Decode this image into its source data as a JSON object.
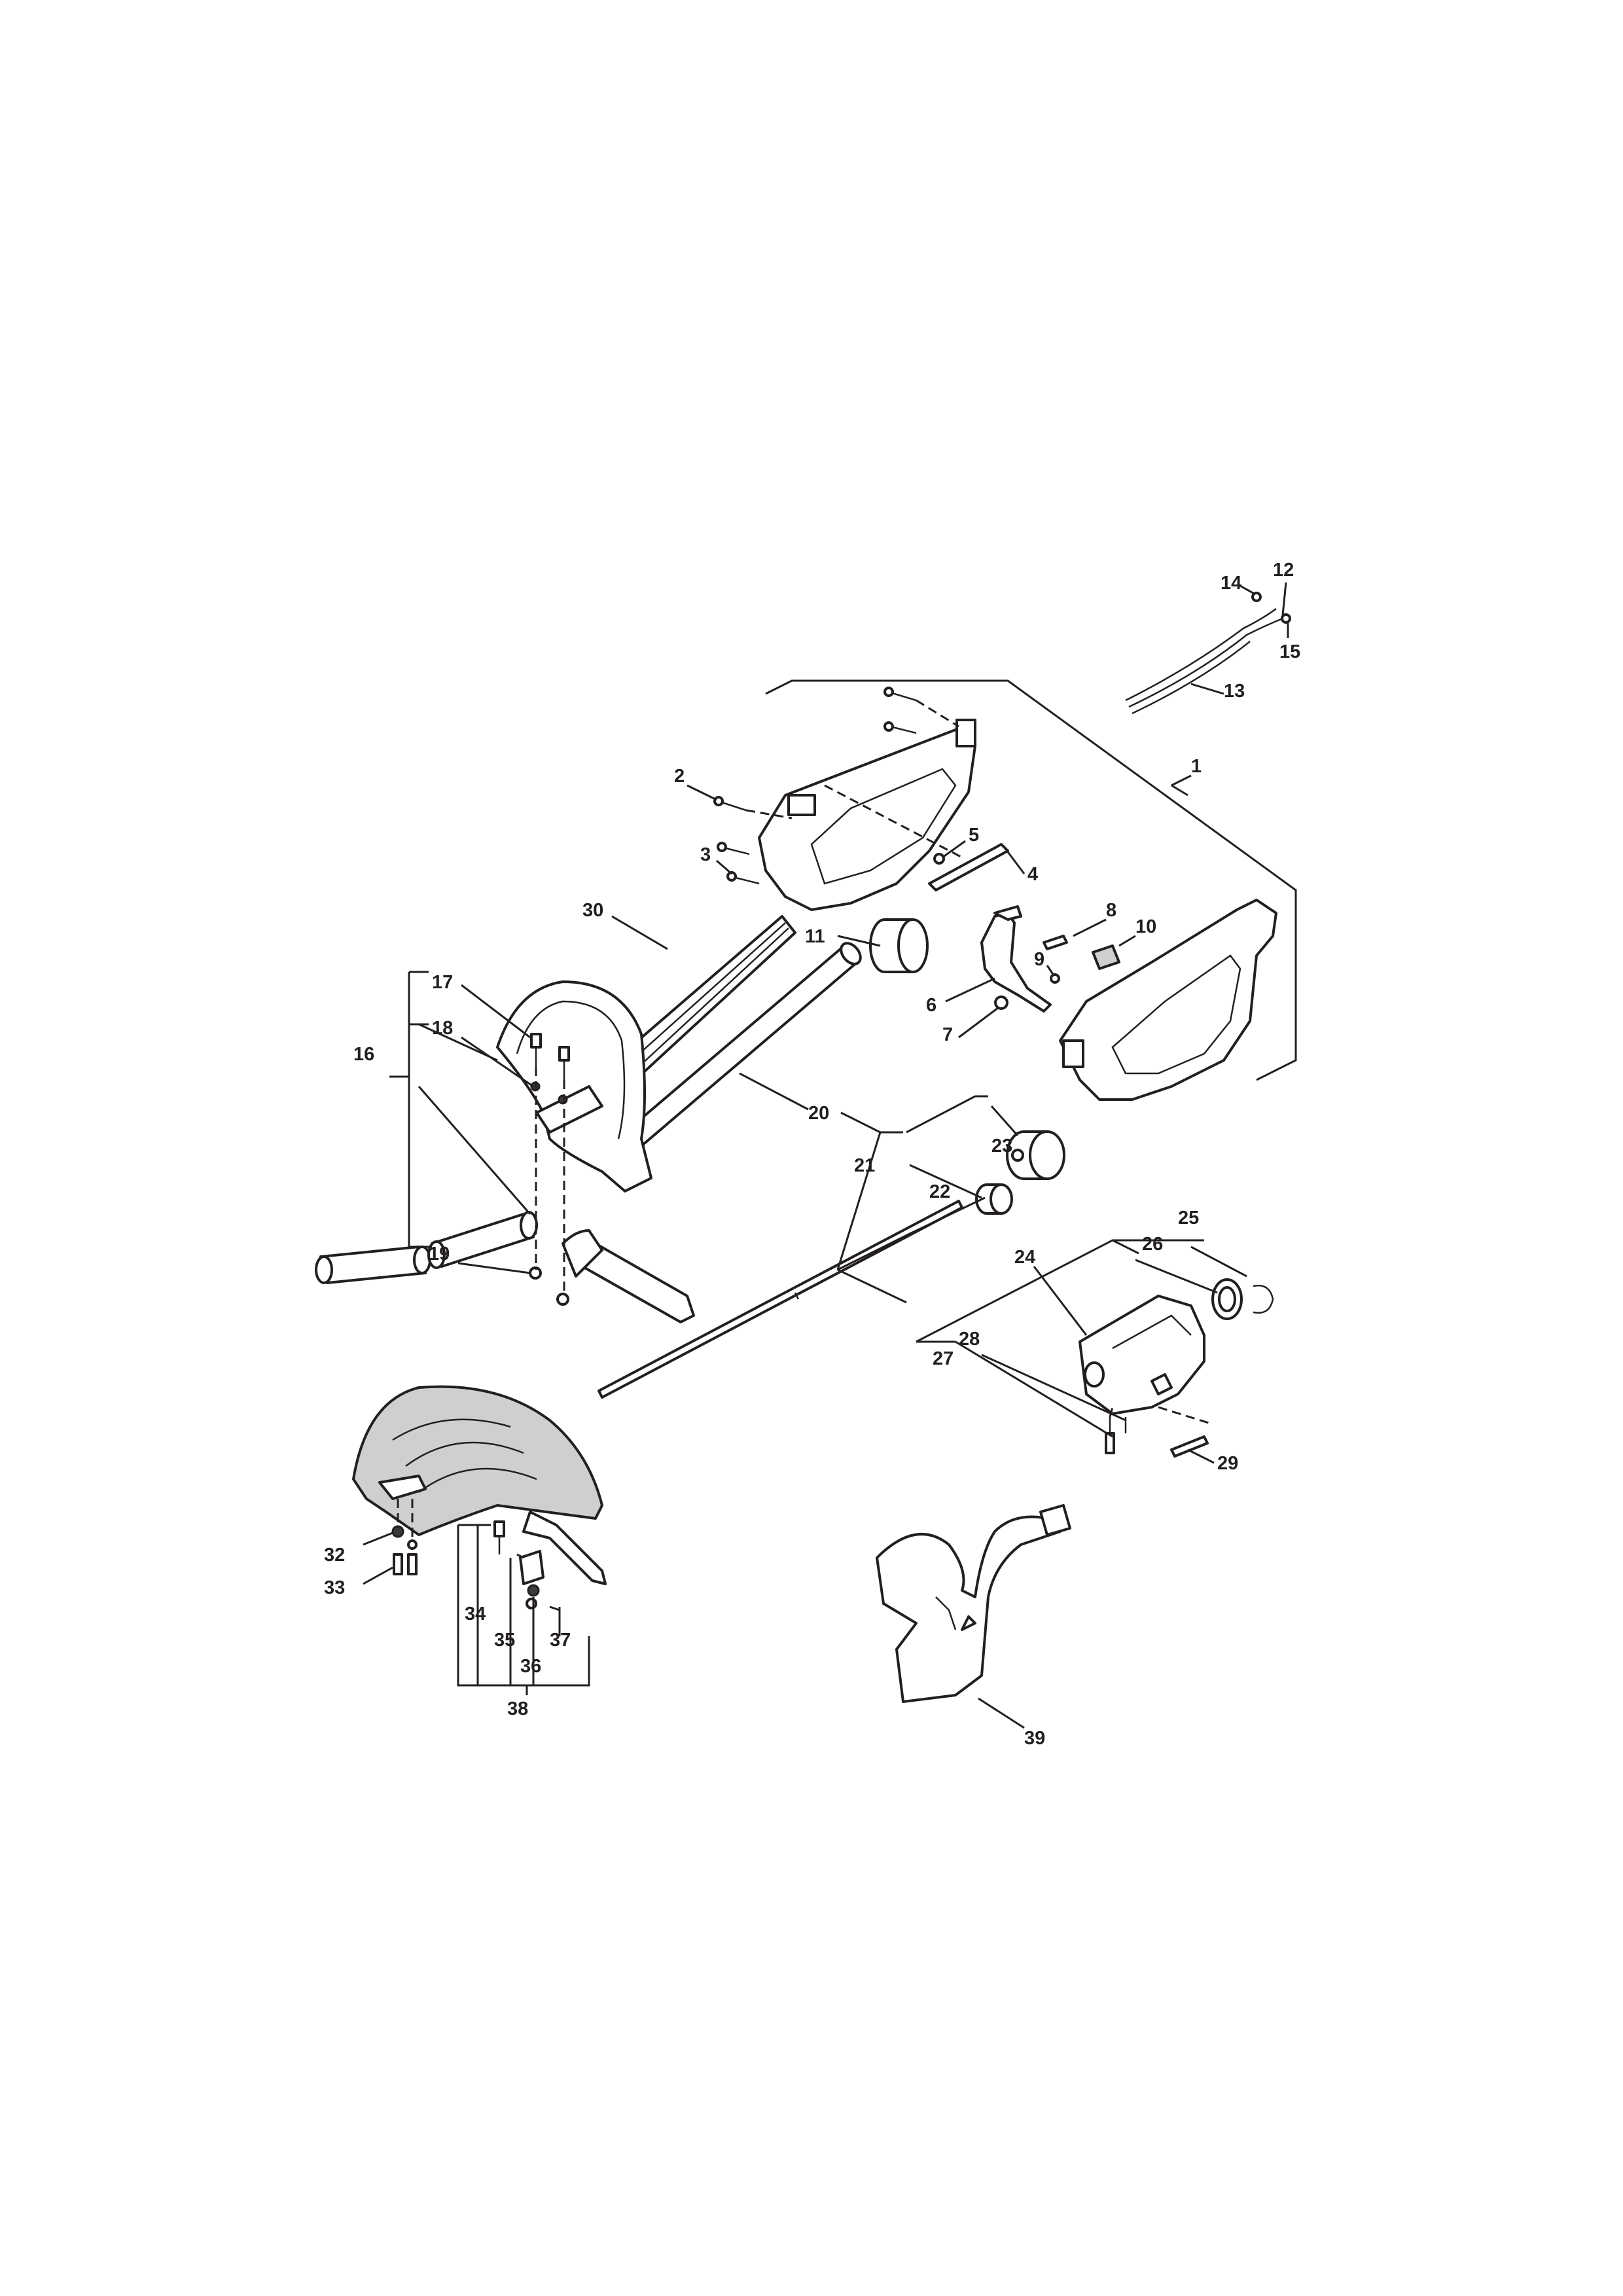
{
  "diagram": {
    "callouts": [
      "1",
      "2",
      "3",
      "4",
      "5",
      "6",
      "7",
      "8",
      "9",
      "10",
      "11",
      "12",
      "13",
      "14",
      "15",
      "16",
      "17",
      "18",
      "19",
      "20",
      "21",
      "22",
      "23",
      "24",
      "25",
      "26",
      "27",
      "28",
      "29",
      "30",
      "32",
      "33",
      "34",
      "35",
      "36",
      "37",
      "38",
      "39"
    ]
  }
}
